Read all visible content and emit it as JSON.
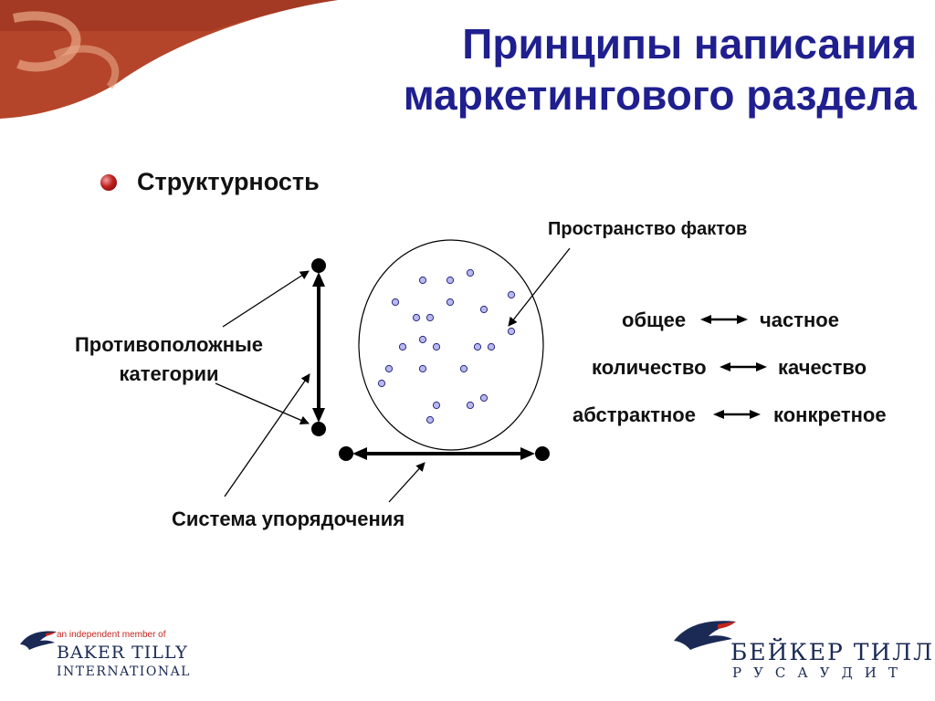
{
  "title": {
    "line1": "Принципы написания",
    "line2": "маркетингового раздела"
  },
  "bullet": "Структурность",
  "diagram": {
    "facts_space_label": "Пространство фактов",
    "opposite_categories": [
      "Противоположные",
      "категории"
    ],
    "ordering_system_label": "Система упорядочения",
    "pairs": [
      {
        "left": "общее",
        "right": "частное"
      },
      {
        "left": "количество",
        "right": "качество"
      },
      {
        "left": "абстрактное",
        "right": "конкретное"
      }
    ]
  },
  "logos": {
    "left_small": "an independent member of",
    "left_big": "BAKER TILLY",
    "left_mid": "INTERNATIONAL",
    "right_big": "БЕЙКЕР ТИЛЛИ",
    "right_mid": "РУСАУДИТ"
  },
  "colors": {
    "title": "#1f1f8f",
    "dot_fill": "#b8b8f0",
    "dot_stroke": "#2a2a80",
    "corner_art": "#b5452a",
    "logo_navy": "#1b2a55",
    "logo_red": "#c0261f"
  }
}
